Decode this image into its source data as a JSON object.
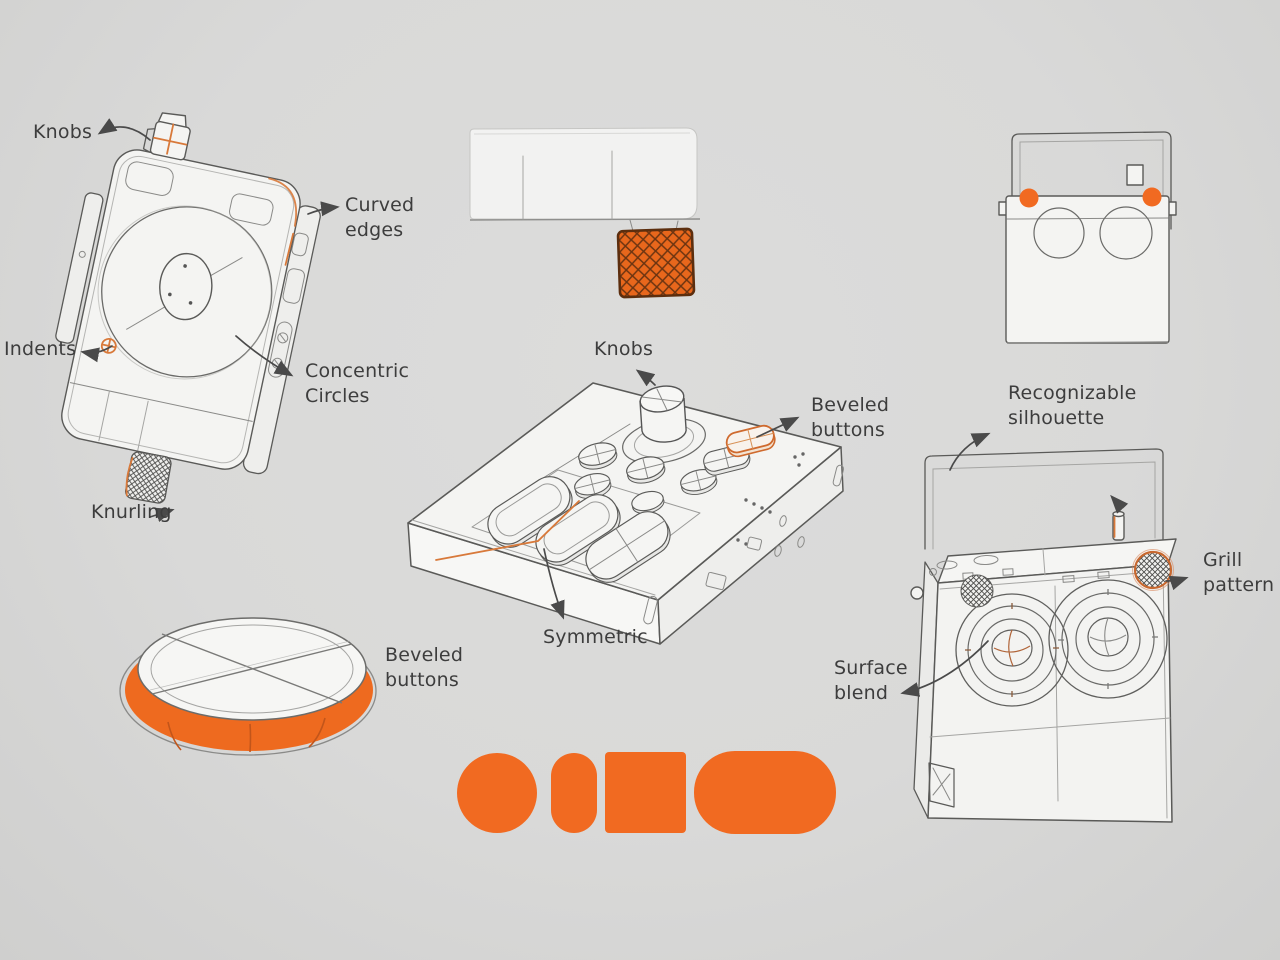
{
  "colors": {
    "background": "#d9d9d8",
    "accent_orange": "#f16a21",
    "hatch_fill_orange": "#e8671c",
    "hatch_border_brown": "#5c2e0e",
    "sketch_ink": "#5a5a58",
    "label_text": "#3d3d3d"
  },
  "labels": {
    "knobs_turntable": "Knobs",
    "curved_edges": "Curved\nedges",
    "indents": "Indents",
    "concentric_circles": "Concentric\nCircles",
    "knurling": "Knurling",
    "knobs_controller": "Knobs",
    "beveled_buttons_controller": "Beveled\nbuttons",
    "symmetric": "Symmetric",
    "beveled_buttons_disc": "Beveled\nbuttons",
    "recognizable_silhouette": "Recognizable\nsilhouette",
    "grill_pattern": "Grill\npattern",
    "surface_blend": "Surface\nblend"
  },
  "logo": {
    "shapes": [
      "circle",
      "vertical-pill",
      "square",
      "rounded-rectangle"
    ]
  }
}
